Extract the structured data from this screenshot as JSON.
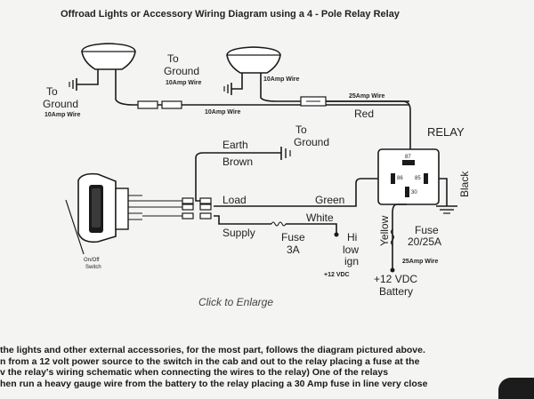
{
  "diagram": {
    "title": "Offroad Lights or Accessory Wiring Diagram using a 4 - Pole Relay Relay",
    "labels": {
      "to_ground_left": "To",
      "to_ground_left_2": "Ground",
      "wire_left": "10Amp Wire",
      "to_ground_mid": "To",
      "to_ground_mid_2": "Ground",
      "wire_mid": "10Amp Wire",
      "wire_mid_2": "10Amp Wire",
      "wire_bottom": "10Amp Wire",
      "wire_25": "25Amp Wire",
      "red": "Red",
      "relay": "RELAY",
      "to_ground_right": "To",
      "to_ground_right_2": "Ground",
      "earth": "Earth",
      "brown": "Brown",
      "load": "Load",
      "green": "Green",
      "white": "White",
      "supply": "Supply",
      "fuse3": "Fuse",
      "fuse3_2": "3A",
      "hi": "Hi",
      "low": "low",
      "ign": "ign",
      "v12_small": "+12 VDC",
      "yellow": "Yellow",
      "black": "Black",
      "fuse20": "Fuse",
      "fuse20_2": "20/25A",
      "wire_25_b": "25Amp Wire",
      "v12": "+12 VDC",
      "battery": "Battery",
      "onoff": "On/Off",
      "switch": "Switch",
      "pin86": "86",
      "pin85": "85",
      "pin87": "87",
      "pin30": "30"
    }
  },
  "click_to_enlarge": "Click to Enlarge",
  "article": {
    "lines": [
      "the lights and other external accessories, for the most part, follows the diagram pictured above.",
      "n from a 12 volt power source to the switch in the cab and out to the relay placing a fuse at the",
      "v the relay's wiring schematic when connecting the wires to the relay)  One of the relays",
      "hen run a heavy gauge wire from the battery to the relay placing a 30 Amp fuse in line very close"
    ]
  }
}
